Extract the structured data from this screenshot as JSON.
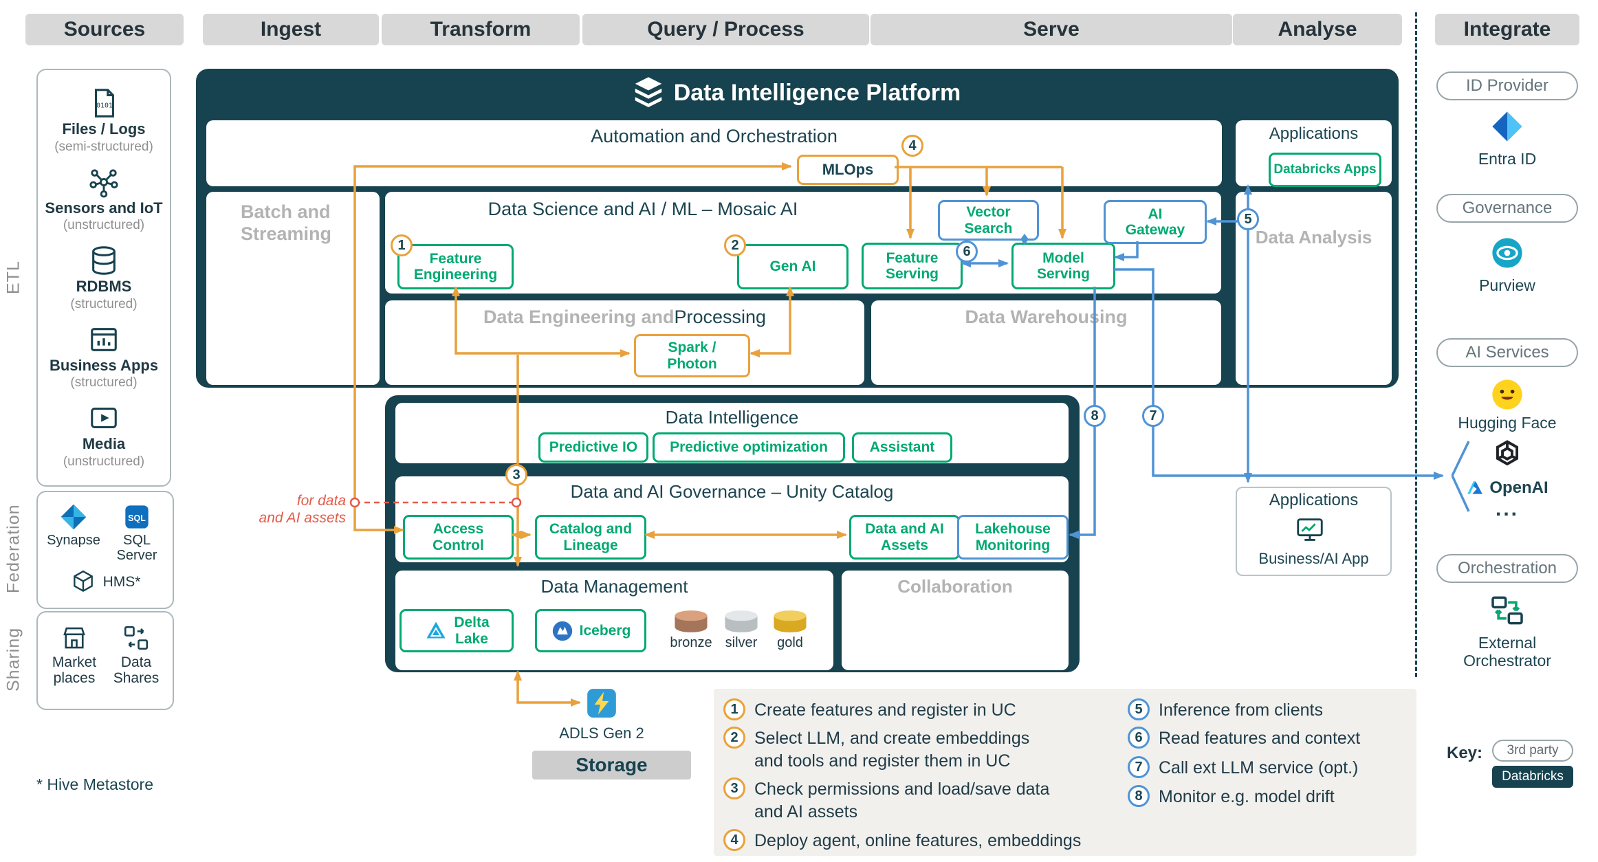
{
  "header": {
    "labels": [
      "Sources",
      "Ingest",
      "Transform",
      "Query / Process",
      "Serve",
      "Analyse",
      "Integrate"
    ]
  },
  "sources": {
    "etl": {
      "label": "ETL",
      "items": [
        {
          "icon": "files-icon",
          "name": "Files / Logs",
          "sub": "(semi-structured)"
        },
        {
          "icon": "iot-icon",
          "name": "Sensors and IoT",
          "sub": "(unstructured)"
        },
        {
          "icon": "rdbms-icon",
          "name": "RDBMS",
          "sub": "(structured)"
        },
        {
          "icon": "apps-icon",
          "name": "Business Apps",
          "sub": "(structured)"
        },
        {
          "icon": "media-icon",
          "name": "Media",
          "sub": "(unstructured)"
        }
      ]
    },
    "federation": {
      "label": "Federation",
      "items": [
        {
          "icon": "synapse-icon",
          "name": "Synapse"
        },
        {
          "icon": "sqlserver-icon",
          "name": "SQL Server"
        },
        {
          "icon": "hms-icon",
          "name": "HMS*"
        }
      ]
    },
    "sharing": {
      "label": "Sharing",
      "items": [
        {
          "icon": "marketplace-icon",
          "name": "Market\nplaces"
        },
        {
          "icon": "shares-icon",
          "name": "Data\nShares"
        }
      ]
    },
    "footnote": "* Hive Metastore"
  },
  "platform": {
    "title": "Data Intelligence Platform",
    "automation": {
      "title": "Automation and Orchestration",
      "mlops": "MLOps"
    },
    "applications": {
      "title": "Applications",
      "app": "Databricks Apps"
    },
    "batch": "Batch and\nStreaming",
    "mosaic": {
      "title": "Data Science and AI / ML – Mosaic AI",
      "feature_engineering": "Feature\nEngineering",
      "gen_ai": "Gen AI",
      "vector_search": "Vector\nSearch",
      "feature_serving": "Feature\nServing",
      "model_serving": "Model\nServing",
      "ai_gateway": "AI\nGateway"
    },
    "data_eng": {
      "gray": "Data Engineering and ",
      "dark": "Processing",
      "spark": "Spark /\nPhoton"
    },
    "warehousing": "Data Warehousing",
    "analysis": "Data Analysis"
  },
  "lakehouse": {
    "intelligence": {
      "title": "Data Intelligence",
      "items": [
        "Predictive IO",
        "Predictive optimization",
        "Assistant"
      ]
    },
    "governance": {
      "title": "Data and AI Governance – Unity Catalog",
      "access": "Access\nControl",
      "catalog": "Catalog and\nLineage",
      "assets": "Data and AI\nAssets",
      "monitoring": "Lakehouse\nMonitoring"
    },
    "management": {
      "title": "Data Management",
      "delta": "Delta\nLake",
      "iceberg": "Iceberg",
      "medallions": [
        "bronze",
        "silver",
        "gold"
      ]
    },
    "collaboration": "Collaboration"
  },
  "bottom_app": {
    "title": "Applications",
    "label": "Business/AI App"
  },
  "storage": {
    "adls": "ADLS Gen 2",
    "label": "Storage"
  },
  "notes": {
    "red": "for data\nand AI assets"
  },
  "legend": {
    "left": [
      {
        "n": "1",
        "text": "Create features and register in UC"
      },
      {
        "n": "2",
        "text": "Select LLM, and create embeddings\nand tools and register them in UC"
      },
      {
        "n": "3",
        "text": "Check permissions and load/save data\nand AI assets"
      },
      {
        "n": "4",
        "text": "Deploy agent, online features, embeddings"
      }
    ],
    "right": [
      {
        "n": "5",
        "text": "Inference from clients"
      },
      {
        "n": "6",
        "text": "Read features and context"
      },
      {
        "n": "7",
        "text": "Call ext LLM service (opt.)"
      },
      {
        "n": "8",
        "text": "Monitor e.g. model drift"
      }
    ]
  },
  "key": {
    "label": "Key:",
    "third": "3rd party",
    "dbx": "Databricks"
  },
  "integrate": {
    "pills": [
      "ID Provider",
      "Governance",
      "AI Services",
      "Orchestration"
    ],
    "entra": "Entra ID",
    "purview": "Purview",
    "hf": "Hugging Face",
    "openai": "OpenAI",
    "dots": "...",
    "orchestrator": "External\nOrchestrator"
  },
  "colors": {
    "dark": "#17424F",
    "orange": "#E9A13B",
    "green": "#00A972",
    "blue": "#5093D5",
    "red": "#E25C4A",
    "pill_gray": "#D8D8D8"
  }
}
